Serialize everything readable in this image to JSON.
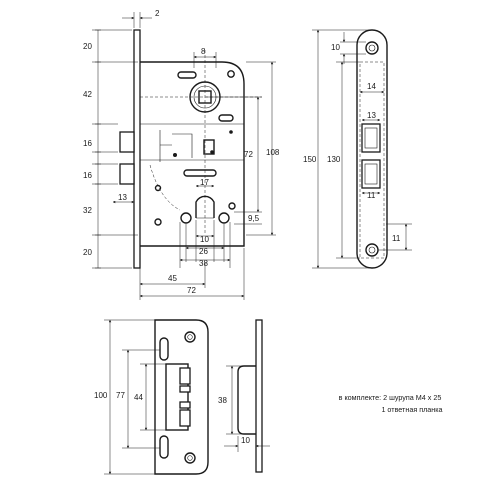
{
  "front_view": {
    "dims": {
      "top_gap": "2",
      "hole_spacing": "8",
      "left_20_top": "20",
      "left_42": "42",
      "left_16_a": "16",
      "left_16_b": "16",
      "left_32": "32",
      "left_20_bottom": "20",
      "bolt_13": "13",
      "right_72": "72",
      "right_108": "108",
      "right_9_5": "9,5",
      "cyl_17": "17",
      "cyl_10": "10",
      "cyl_26": "26",
      "cyl_38": "38",
      "backset_45": "45",
      "width_72": "72"
    }
  },
  "faceplate_view": {
    "dims": {
      "hole_10": "10",
      "height_150": "150",
      "inner_130": "130",
      "width_14": "14",
      "slot_13": "13",
      "slot_11": "11",
      "bottom_11": "11"
    }
  },
  "strike_plate": {
    "dims": {
      "height_100": "100",
      "height_77": "77",
      "height_44": "44"
    }
  },
  "strike_side": {
    "dims": {
      "height_38": "38",
      "depth_10": "10"
    }
  },
  "note": {
    "line1": "в комплекте: 2 шурупа М4 х 25",
    "line2": "1 ответная планка"
  }
}
